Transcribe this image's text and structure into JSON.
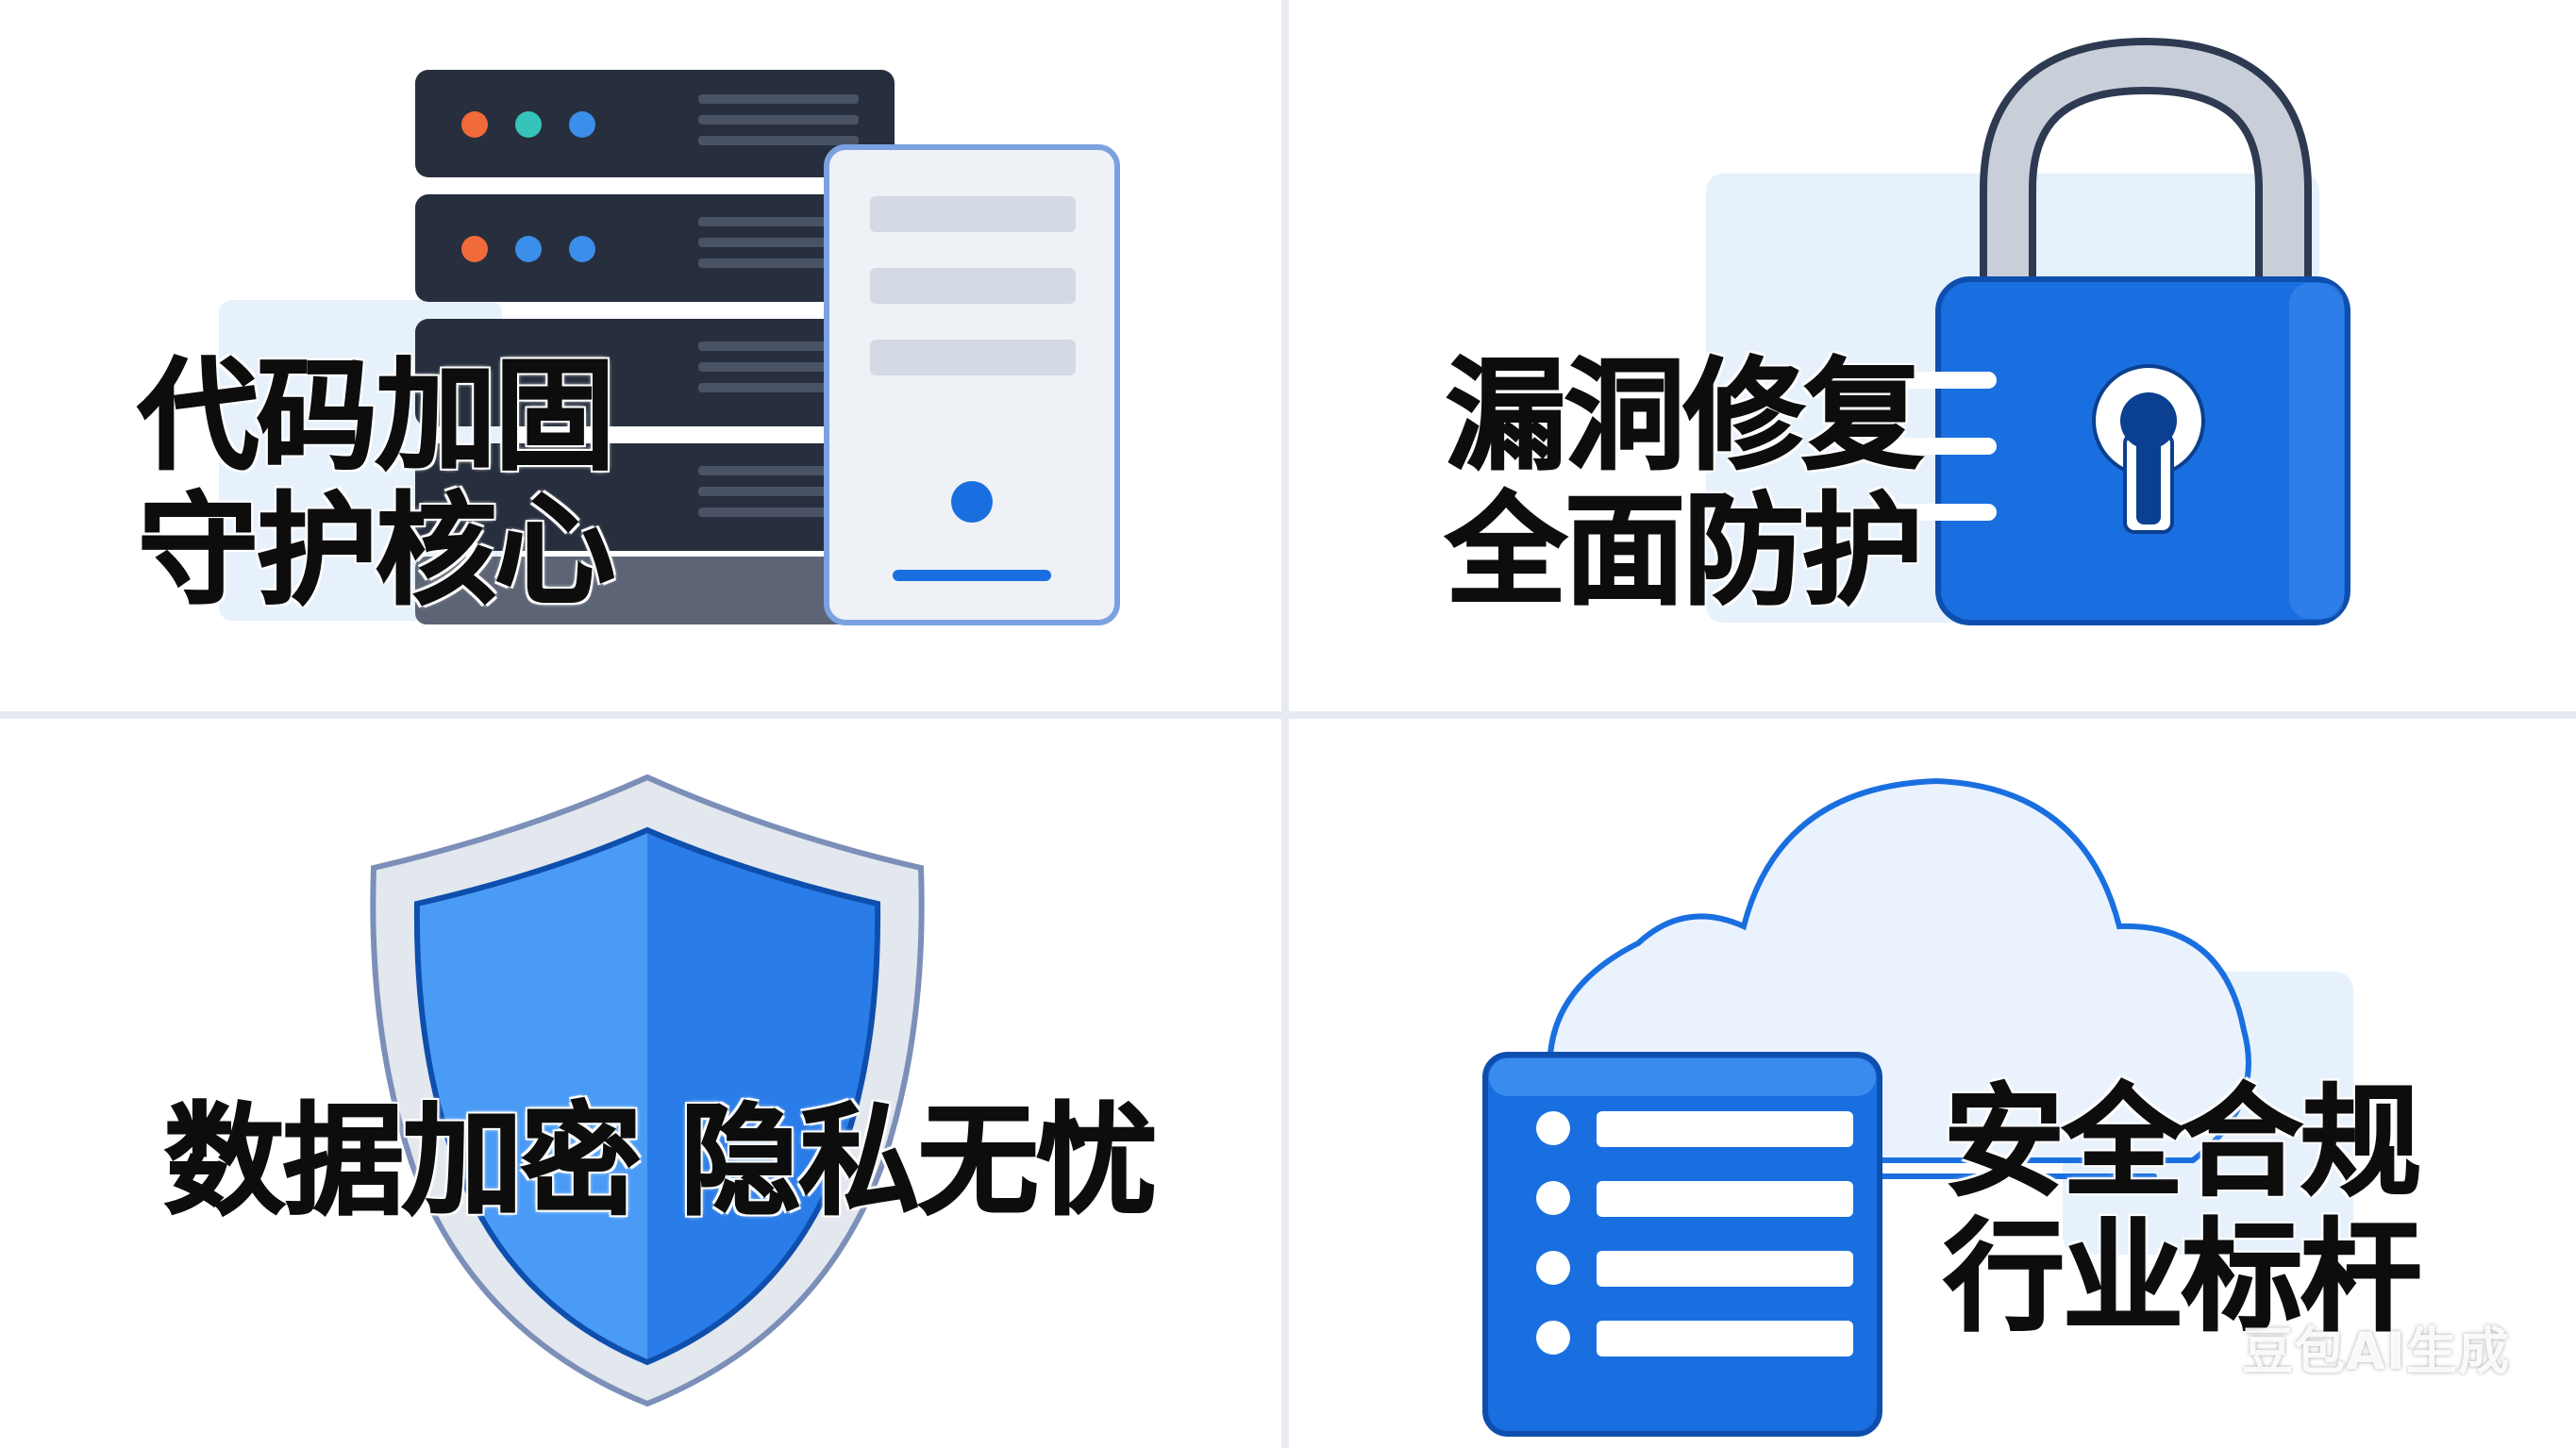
{
  "panels": [
    {
      "id": "code-hardening",
      "lines": [
        "代码加固",
        "守护核心"
      ],
      "icon": "server-rack-icon"
    },
    {
      "id": "vulnerability-fix",
      "lines": [
        "漏洞修复",
        "全面防护"
      ],
      "icon": "padlock-icon"
    },
    {
      "id": "data-encryption",
      "lines": [
        "数据加密 隐私无忧"
      ],
      "icon": "shield-icon"
    },
    {
      "id": "compliance",
      "lines": [
        "安全合规",
        "行业标杆"
      ],
      "icon": "cloud-storage-icon"
    }
  ],
  "watermark": "豆包AI生成",
  "colors": {
    "primary_blue": "#1a6fe0",
    "light_blue": "#4a9bf5",
    "dark_navy": "#2a3142",
    "panel_bg": "#ffffff",
    "divider": "#e7ebf1"
  }
}
